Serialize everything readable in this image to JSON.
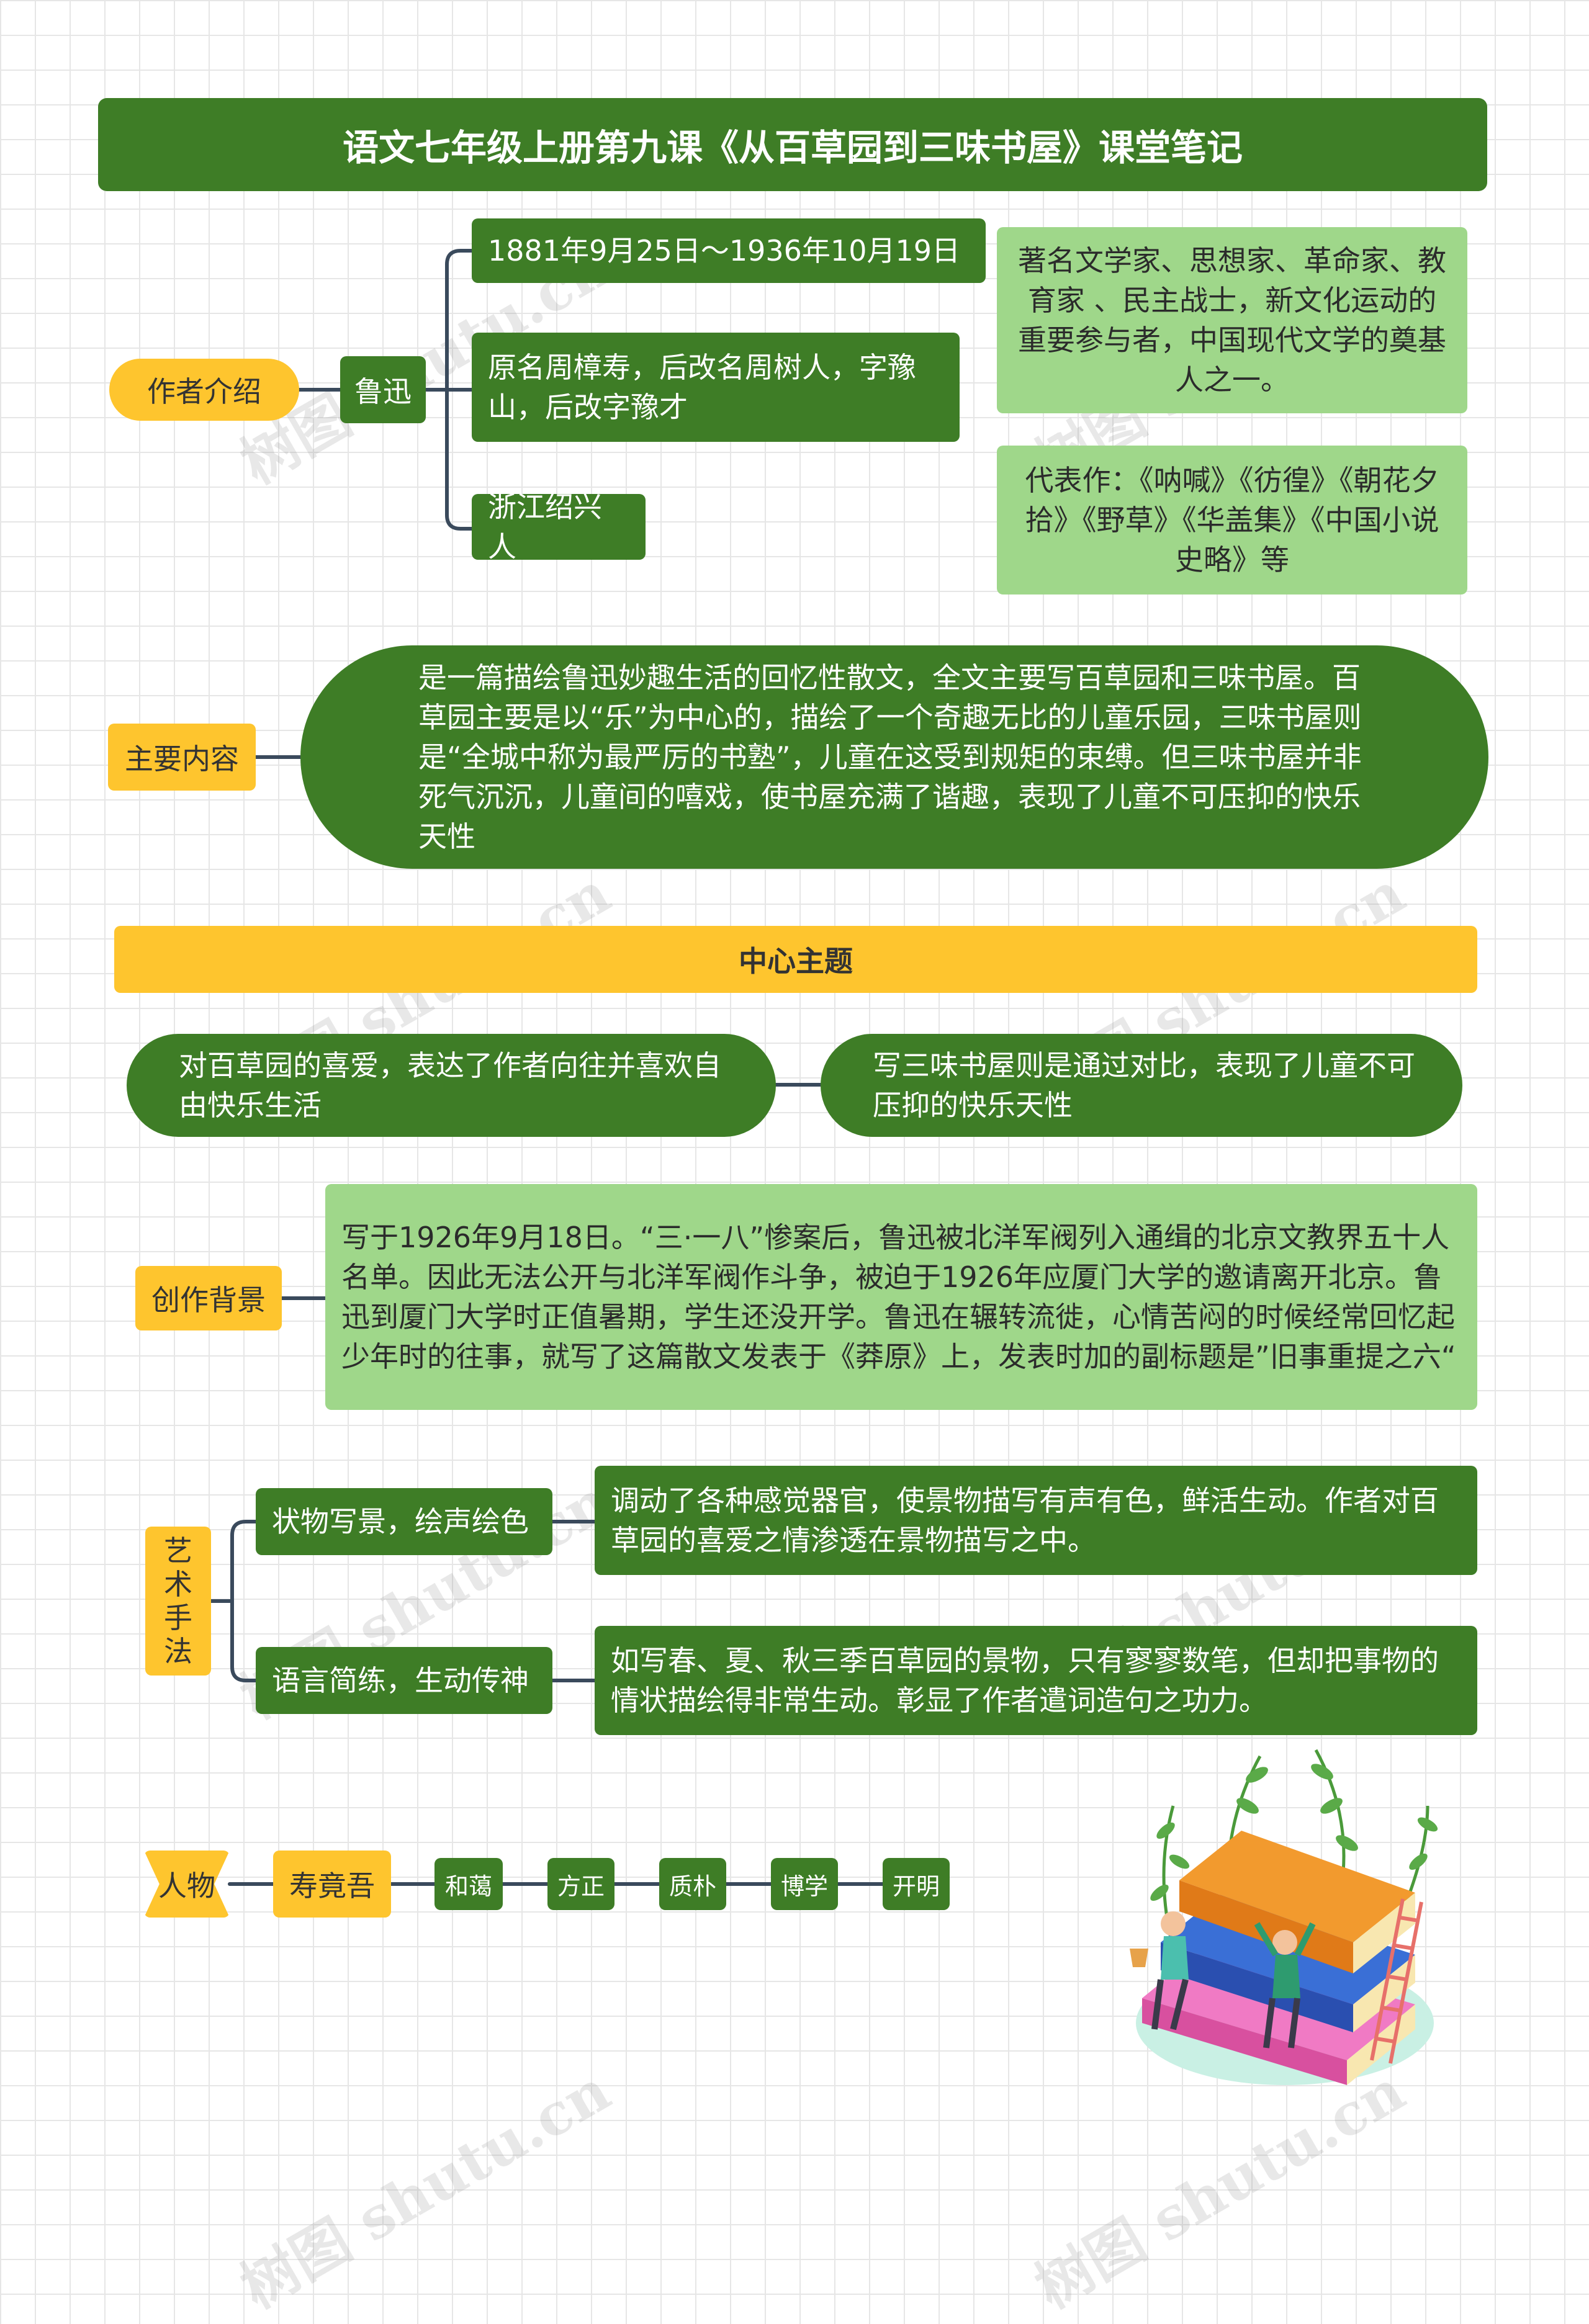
{
  "title": "语文七年级上册第九课《从百草园到三味书屋》课堂笔记",
  "author_section": {
    "label": "作者介绍",
    "name": "鲁迅",
    "dates": "1881年9月25日～1936年10月19日",
    "names": "原名周樟寿，后改名周树人，字豫山，后改字豫才",
    "hometown": "浙江绍兴人",
    "description": "著名文学家、思想家、革命家、教育家 、民主战士，新文化运动的重要参与者，中国现代文学的奠基人之一。",
    "works": "代表作：《呐喊》《彷徨》《朝花夕拾》《野草》《华盖集》《中国小说史略》等"
  },
  "main_content": {
    "label": "主要内容",
    "text": "是一篇描绘鲁迅妙趣生活的回忆性散文，全文主要写百草园和三味书屋。百草园主要是以“乐”为中心的，描绘了一个奇趣无比的儿童乐园，三味书屋则是“全城中称为最严厉的书塾”，儿童在这受到规矩的束缚。但三味书屋并非死气沉沉，儿童间的嘻戏，使书屋充满了谐趣，表现了儿童不可压抑的快乐天性"
  },
  "central_theme": {
    "label": "中心主题",
    "left": "对百草园的喜爱，表达了作者向往并喜欢自由快乐生活",
    "right": "写三味书屋则是通过对比，表现了儿童不可压抑的快乐天性"
  },
  "background": {
    "label": "创作背景",
    "text": "写于1926年9月18日。“三·一八”惨案后，鲁迅被北洋军阀列入通缉的北京文教界五十人名单。因此无法公开与北洋军阀作斗争，被迫于1926年应厦门大学的邀请离开北京。鲁迅到厦门大学时正值暑期，学生还没开学。鲁迅在辗转流徙，心情苦闷的时候经常回忆起少年时的往事，就写了这篇散文发表于《莽原》上，发表时加的副标题是”旧事重提之六“"
  },
  "techniques": {
    "label": "艺术手法",
    "items": [
      {
        "name": "状物写景，绘声绘色",
        "desc": "调动了各种感觉器官，使景物描写有声有色，鲜活生动。作者对百草园的喜爱之情渗透在景物描写之中。"
      },
      {
        "name": "语言简练，生动传神",
        "desc": "如写春、夏、秋三季百草园的景物，只有寥寥数笔，但却把事物的情状描绘得非常生动。彰显了作者遣词造句之功力。"
      }
    ]
  },
  "characters": {
    "label": "人物",
    "name": "寿竟吾",
    "traits": [
      "和蔼",
      "方正",
      "质朴",
      "博学",
      "开明"
    ]
  },
  "watermark": "树图 shutu.cn",
  "colors": {
    "dark_green": "#3e7d26",
    "light_green": "#9fd78a",
    "yellow": "#fec52e",
    "line": "#3a4a5c"
  }
}
